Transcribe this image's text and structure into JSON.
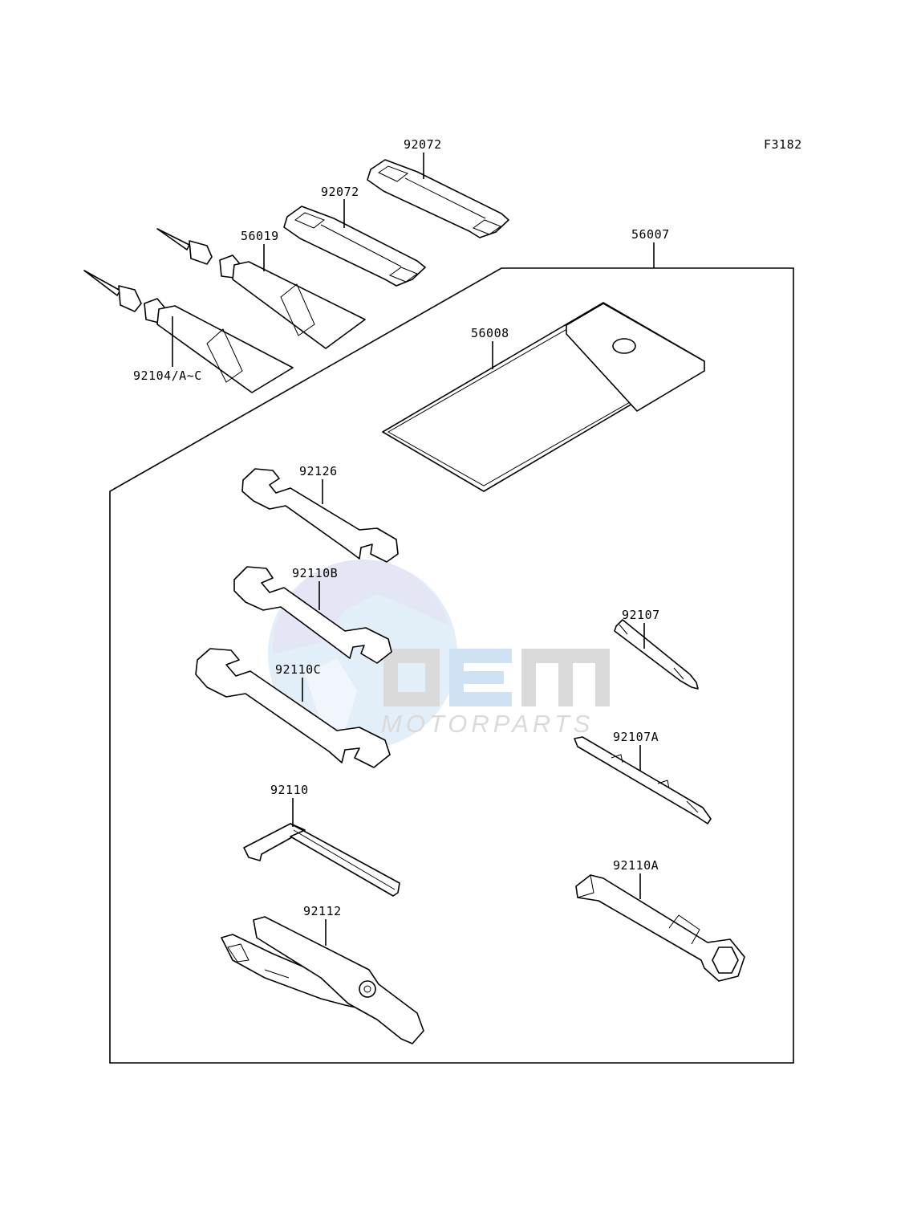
{
  "figure_code": "F3182",
  "colors": {
    "line": "#000000",
    "watermark_blue": "#9fc5e8",
    "watermark_gray": "#c9c9c9"
  },
  "watermark": {
    "brand": "OEM",
    "tagline": "MOTORPARTS"
  },
  "parts": [
    {
      "key": "strap_top",
      "number": "92072"
    },
    {
      "key": "strap_mid",
      "number": "92072"
    },
    {
      "key": "grease_small",
      "number": "56019"
    },
    {
      "key": "tool_kit",
      "number": "56007"
    },
    {
      "key": "grease_large",
      "number": "92104/A~C"
    },
    {
      "key": "tool_bag",
      "number": "56008"
    },
    {
      "key": "wrench_1",
      "number": "92126"
    },
    {
      "key": "wrench_2",
      "number": "92110B"
    },
    {
      "key": "screwdriver",
      "number": "92107"
    },
    {
      "key": "wrench_3",
      "number": "92110C"
    },
    {
      "key": "screwdriver_bit",
      "number": "92107A"
    },
    {
      "key": "hex_key",
      "number": "92110"
    },
    {
      "key": "socket_wrench",
      "number": "92110A"
    },
    {
      "key": "pliers",
      "number": "92112"
    }
  ]
}
